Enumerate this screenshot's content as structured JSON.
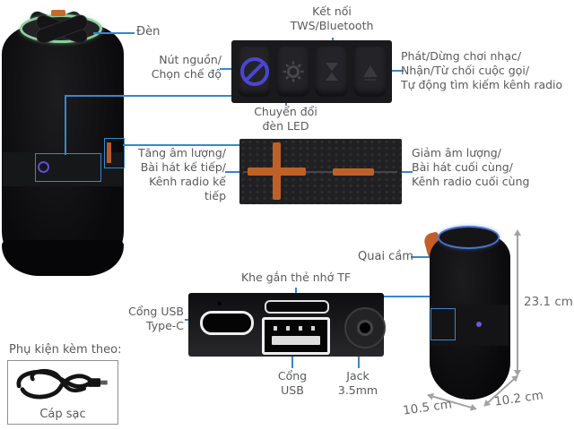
{
  "callouts": {
    "light": {
      "label": "Đèn"
    },
    "power": {
      "line1": "Nút nguồn/",
      "line2": "Chọn chế độ"
    },
    "tws": {
      "line1": "Kết nối",
      "line2": "TWS/Bluetooth"
    },
    "play": {
      "line1": "Phát/Dừng chơi nhạc/",
      "line2": "Nhận/Từ chối cuộc gọi/",
      "line3": "Tự động tìm kiếm kênh radio"
    },
    "led": {
      "line1": "Chuyển đổi",
      "line2": "đèn LED"
    },
    "volume_up": {
      "line1": "Tăng âm lượng/",
      "line2": "Bài hát kế tiếp/",
      "line3": "Kênh radio kế tiếp"
    },
    "volume_down": {
      "line1": "Giảm âm lượng/",
      "line2": "Bài hát cuối cùng/",
      "line3": "Kênh radio cuối cùng"
    },
    "handle": {
      "label": "Quai cầm"
    },
    "tf_slot": {
      "label": "Khe gắn thẻ nhớ TF"
    },
    "usb_c": {
      "line1": "Cổng USB",
      "line2": "Type-C"
    },
    "usb": {
      "line1": "Cổng",
      "line2": "USB"
    },
    "jack": {
      "line1": "Jack",
      "line2": "3.5mm"
    }
  },
  "dimensions": {
    "height": "23.1 cm",
    "depth": "10.2 cm",
    "width": "10.5 cm"
  },
  "accessories": {
    "heading": "Phụ kiện kèm theo:",
    "item": "Cáp sạc"
  },
  "icons": {
    "power_button": "prohibition-icon",
    "led_button": "gear-icon",
    "tws_button": "hourglass-icon",
    "play_button": "triangle-icon",
    "volume_up": "plus-bar",
    "volume_down": "minus-bar"
  },
  "colors": {
    "callout_line": "#3a86c8",
    "accent_orange": "#bf6127",
    "prohibit_blue": "#4946d4",
    "led_ring_green": "#8ecf9e",
    "led_ring_blue": "#4a74cc",
    "label_text": "#585a5c",
    "dimension_gray": "#a2a2a4"
  }
}
